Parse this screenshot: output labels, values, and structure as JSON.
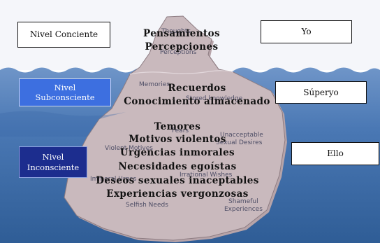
{
  "colors": {
    "sky": "#f5f6fa",
    "sea_light": "#6f95c8",
    "sea_dark": "#2f5d96",
    "iceberg": "#c9b9bd",
    "iceberg_shadow": "#b7a4a9",
    "box_conscious_level": "#ffffff",
    "box_subconscious": "#3d6fe0",
    "box_unconscious": "#1c2d8e"
  },
  "levels": {
    "conciente": "Nivel Conciente",
    "subconsciente": [
      "Nivel",
      "Subconsciente"
    ],
    "inconsciente": [
      "Nivel",
      "Inconsciente"
    ]
  },
  "structures": {
    "yo": "Yo",
    "superyo": "Súperyo",
    "ello": "Ello"
  },
  "tip": {
    "captions": [
      "Pensamientos",
      "Percepciones"
    ],
    "english": [
      "Thoughts",
      "Perceptions"
    ]
  },
  "middle": {
    "captions": [
      "Recuerdos",
      "Conocimiento almacenado"
    ],
    "english": [
      "Memories",
      "Stored knowledge"
    ]
  },
  "base": {
    "captions": [
      "Temores",
      "Motivos violentos",
      "Urgencias inmorales",
      "Necesidades egoístas",
      "Deseos sexuales inaceptables",
      "Experiencias vergonzosas"
    ],
    "english": [
      "Fears",
      "Unacceptable",
      "Sexual Desires",
      "Violent Motives",
      "Irrational Wishes",
      "Immoral Urges",
      "Selfish Needs",
      "Shameful",
      "Experiences"
    ]
  }
}
